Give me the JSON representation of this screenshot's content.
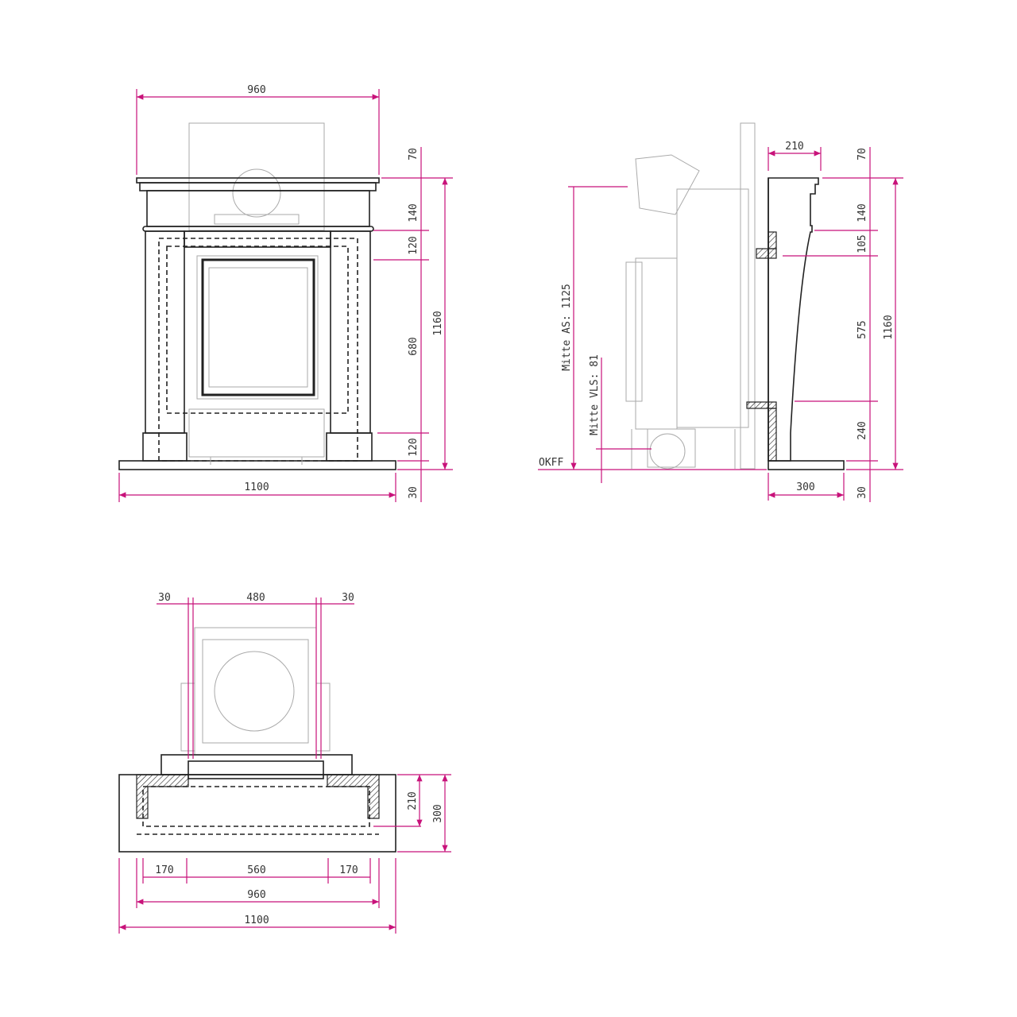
{
  "colors": {
    "dimension": "#c8127a",
    "drawing": "#222222"
  },
  "front_view": {
    "width_top": "960",
    "h_70": "70",
    "h_140": "140",
    "h_120_top": "120",
    "h_680": "680",
    "h_120_bottom": "120",
    "total_height": "1160",
    "width_base": "1100",
    "h_30": "30"
  },
  "side_view": {
    "depth_top": "210",
    "h_70": "70",
    "h_140": "140",
    "h_105": "105",
    "h_575": "575",
    "h_240": "240",
    "total_height": "1160",
    "depth_base": "300",
    "h_30": "30",
    "mitte_as": "Mitte AS: 1125",
    "mitte_vls": "Mitte VLS: 81",
    "okff": "OKFF"
  },
  "plan_view": {
    "w_30_left": "30",
    "w_480": "480",
    "w_30_right": "30",
    "d_210": "210",
    "d_300": "300",
    "w_170_left": "170",
    "w_560": "560",
    "w_170_right": "170",
    "w_960": "960",
    "w_1100": "1100"
  }
}
